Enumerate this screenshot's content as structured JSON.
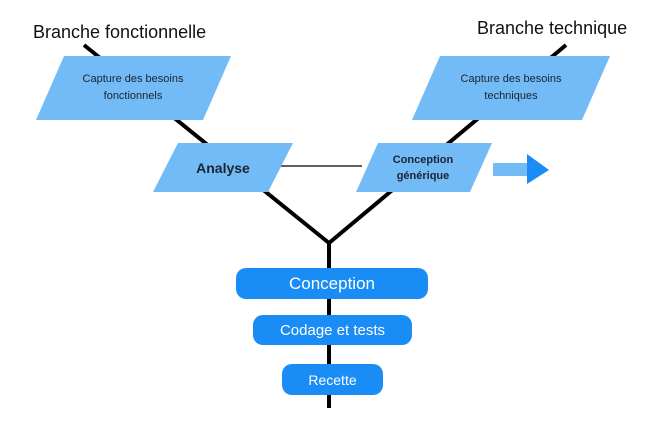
{
  "branches": {
    "left_title": "Branche fonctionnelle",
    "right_title": "Branche technique"
  },
  "nodes": {
    "capture_fonctionnels": {
      "line1": "Capture des besoins",
      "line2": "fonctionnels"
    },
    "capture_techniques": {
      "line1": "Capture des besoins",
      "line2": "techniques"
    },
    "analyse": "Analyse",
    "conception_generique": {
      "line1": "Conception",
      "line2": "générique"
    }
  },
  "phases": {
    "conception": "Conception",
    "codage": "Codage et tests",
    "recette": "Recette"
  },
  "colors": {
    "parallelogram": "#73bbf7",
    "pill": "#1a8cf5",
    "arrow": "#1a8cf5",
    "line": "#000000"
  }
}
